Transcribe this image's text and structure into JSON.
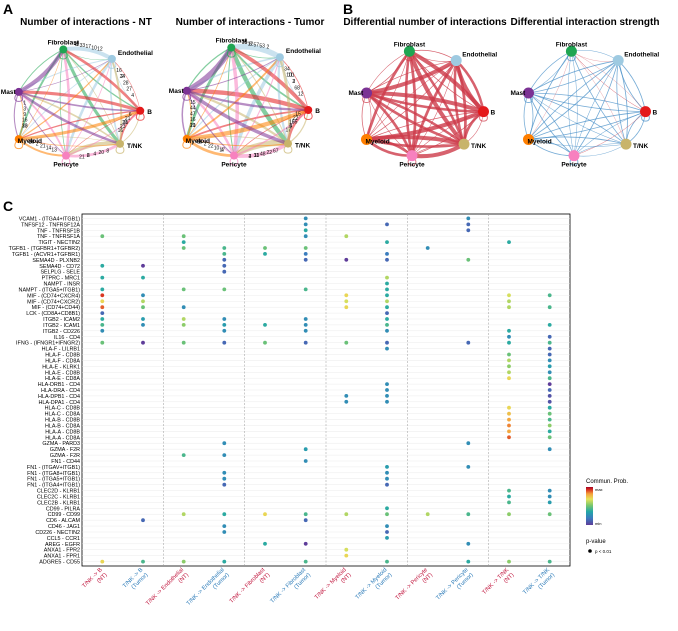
{
  "panels": {
    "A": {
      "letter": "A",
      "left_title": "Number of interactions - NT",
      "right_title": "Number of interactions - Tumor",
      "nodes": [
        "Fibroblast",
        "Endothelial",
        "B",
        "T/NK",
        "Pericyte",
        "Myeloid",
        "Mast"
      ],
      "nt_numbers": [
        "42",
        "24",
        "31",
        "2",
        "14",
        "10",
        "33",
        "28",
        "23",
        "21",
        "13",
        "16",
        "17",
        "27",
        "16",
        "8",
        "14",
        "9",
        "10",
        "4",
        "6",
        "20",
        "21",
        "3",
        "12",
        "16",
        "21",
        "4",
        "2",
        "1",
        "8",
        "2",
        "28",
        "6",
        "20",
        "33"
      ],
      "tumor_numbers": [
        "70",
        "101",
        "105",
        "33",
        "9",
        "21",
        "12",
        "3",
        "4",
        "4",
        "17",
        "16",
        "57",
        "68",
        "17",
        "67",
        "10",
        "47",
        "53",
        "12",
        "15",
        "22",
        "22",
        "44",
        "2",
        "34",
        "22",
        "48",
        "2",
        "15",
        "35",
        "11",
        "5",
        "11",
        "66",
        "10",
        "8",
        "2",
        "6",
        "2",
        "4"
      ]
    },
    "B": {
      "letter": "B",
      "left_title": "Differential number of interactions",
      "right_title": "Differential interaction strength",
      "nodes": [
        "Fibroblast",
        "Endothelial",
        "B",
        "T/NK",
        "Pericyte",
        "Myeloid",
        "Mast"
      ]
    },
    "C": {
      "letter": "C"
    }
  },
  "node_colors": {
    "Fibroblast": "#1fa552",
    "Endothelial": "#9ecae1",
    "B": "#e41a1c",
    "T/NK": "#c8b46b",
    "Pericyte": "#f781bf",
    "Myeloid": "#ff7f00",
    "Mast": "#7b3294"
  },
  "edge_colors": {
    "increase": "#cd3b4a",
    "decrease": "#4a90c8"
  },
  "legend": {
    "colorbar_title": "Commun. Prob.",
    "colorbar_max": "max",
    "colorbar_min": "min",
    "pvalue_title": "p-value",
    "pvalue_entry": "p < 0.01"
  },
  "chart_data": {
    "type": "scatter",
    "title": "",
    "xlabel": "",
    "ylabel": "",
    "ylabels": [
      "VCAM1 - (ITGA4+ITGB1)",
      "TNFSF12 - TNFRSF12A",
      "TNF - TNFRSF1B",
      "TNF - TNFRSF1A",
      "TIGIT - NECTIN2",
      "TGFB1 - (TGFBR1+TGFBR2)",
      "TGFB1 - (ACVR1+TGFBR1)",
      "SEMA4D - PLXNB2",
      "SEMA4D - CD72",
      "SELPLG - SELE",
      "PTPRC - MRC1",
      "NAMPT - INSR",
      "NAMPT - (ITGA5+ITGB1)",
      "MIF - (CD74+CXCR4)",
      "MIF - (CD74+CXCR2)",
      "MIF - (CD74+CD44)",
      "LCK - (CD8A+CD8B1)",
      "ITGB2 - ICAM2",
      "ITGB2 - ICAM1",
      "ITGB2 - CD226",
      "IL16 - CD4",
      "IFNG - (IFNGR1+IFNGR2)",
      "HLA-F - LILRB1",
      "HLA-F - CD8B",
      "HLA-F - CD8A",
      "HLA-E - KLRK1",
      "HLA-E - CD8B",
      "HLA-E - CD8A",
      "HLA-DRB1 - CD4",
      "HLA-DRA - CD4",
      "HLA-DPB1 - CD4",
      "HLA-DPA1 - CD4",
      "HLA-C - CD8B",
      "HLA-C - CD8A",
      "HLA-B - CD8B",
      "HLA-B - CD8A",
      "HLA-A - CD8B",
      "HLA-A - CD8A",
      "GZMA - PARD3",
      "GZMA - F2R",
      "GZMA - F2R",
      "FN1 - CD44",
      "FN1 - (ITGAV+ITGB1)",
      "FN1 - (ITGA8+ITGB1)",
      "FN1 - (ITGA5+ITGB1)",
      "FN1 - (ITGA4+ITGB1)",
      "CLEC2D - KLRB1",
      "CLEC2C - KLRB1",
      "CLEC2B - KLRB1",
      "CD99 - PILRA",
      "CD99 - CD99",
      "CD6 - ALCAM",
      "CD46 - JAG1",
      "CD226 - NECTIN2",
      "CCL5 - CCR1",
      "AREG - EGFR",
      "ANXA1 - FPR2",
      "ANXA1 - FPR1",
      "ADGRE5 - CD55"
    ],
    "xlabels": [
      {
        "top": "T/NK -> B",
        "bottom": "(NT)",
        "group": "NT"
      },
      {
        "top": "T/NK -> B",
        "bottom": "(Tumor)",
        "group": "Tumor"
      },
      {
        "top": "T/NK -> Endothelial",
        "bottom": "(NT)",
        "group": "NT"
      },
      {
        "top": "T/NK -> Endothelial",
        "bottom": "(Tumor)",
        "group": "Tumor"
      },
      {
        "top": "T/NK -> Fibroblast",
        "bottom": "(NT)",
        "group": "NT"
      },
      {
        "top": "T/NK -> Fibroblast",
        "bottom": "(Tumor)",
        "group": "Tumor"
      },
      {
        "top": "T/NK -> Myeloid",
        "bottom": "(NT)",
        "group": "NT"
      },
      {
        "top": "T/NK -> Myeloid",
        "bottom": "(Tumor)",
        "group": "Tumor"
      },
      {
        "top": "T/NK -> Pericyte",
        "bottom": "(NT)",
        "group": "NT"
      },
      {
        "top": "T/NK -> Pericyte",
        "bottom": "(Tumor)",
        "group": "Tumor"
      },
      {
        "top": "T/NK -> T/NK",
        "bottom": "(NT)",
        "group": "NT"
      },
      {
        "top": "T/NK -> T/NK",
        "bottom": "(Tumor)",
        "group": "Tumor"
      }
    ],
    "label_colors": {
      "NT": "#c0143c",
      "Tumor": "#2a7ab8"
    },
    "colorscale": [
      "#5e3c99",
      "#3b7bbf",
      "#22a7a7",
      "#7cc86c",
      "#e6e35a",
      "#f5a13c",
      "#d7301f",
      "#a50026"
    ],
    "points": [
      [
        0,
        3,
        0.4
      ],
      [
        2,
        3,
        0.4
      ],
      [
        2,
        4,
        0.3
      ],
      [
        6,
        3,
        0.5
      ],
      [
        6,
        7,
        0.0
      ],
      [
        7,
        4,
        0.3
      ],
      [
        9,
        7,
        0.4
      ],
      [
        10,
        4,
        0.3
      ],
      [
        5,
        0,
        0.2
      ],
      [
        9,
        0,
        0.2
      ],
      [
        9,
        1,
        0.1
      ],
      [
        5,
        1,
        0.2
      ],
      [
        7,
        1,
        0.1
      ],
      [
        9,
        2,
        0.1
      ],
      [
        0,
        10,
        0.3
      ],
      [
        1,
        10,
        0.3
      ],
      [
        5,
        2,
        0.3
      ],
      [
        5,
        3,
        0.2
      ],
      [
        3,
        5,
        0.35
      ],
      [
        4,
        5,
        0.4
      ],
      [
        5,
        5,
        0.4
      ],
      [
        2,
        5,
        0.4
      ],
      [
        8,
        5,
        0.2
      ],
      [
        3,
        6,
        0.35
      ],
      [
        4,
        6,
        0.3
      ],
      [
        5,
        6,
        0.15
      ],
      [
        7,
        6,
        0.15
      ],
      [
        3,
        7,
        0.1
      ],
      [
        5,
        7,
        0.1
      ],
      [
        7,
        7,
        0.1
      ],
      [
        3,
        8,
        0.1
      ],
      [
        0,
        8,
        0.3
      ],
      [
        1,
        8,
        0.0
      ],
      [
        3,
        9,
        0.1
      ],
      [
        7,
        10,
        0.5
      ],
      [
        7,
        11,
        0.3
      ],
      [
        0,
        12,
        0.3
      ],
      [
        2,
        12,
        0.4
      ],
      [
        3,
        12,
        0.4
      ],
      [
        5,
        12,
        0.35
      ],
      [
        7,
        12,
        0.3
      ],
      [
        0,
        13,
        0.85
      ],
      [
        1,
        13,
        0.2
      ],
      [
        6,
        13,
        0.6
      ],
      [
        7,
        13,
        0.3
      ],
      [
        10,
        13,
        0.55
      ],
      [
        11,
        13,
        0.35
      ],
      [
        0,
        14,
        0.6
      ],
      [
        1,
        14,
        0.5
      ],
      [
        6,
        14,
        0.55
      ],
      [
        7,
        14,
        0.5
      ],
      [
        10,
        14,
        0.5
      ],
      [
        0,
        15,
        0.8
      ],
      [
        1,
        15,
        0.4
      ],
      [
        2,
        15,
        0.2
      ],
      [
        6,
        15,
        0.6
      ],
      [
        7,
        15,
        0.3
      ],
      [
        10,
        15,
        0.5
      ],
      [
        11,
        15,
        0.35
      ],
      [
        0,
        16,
        0.1
      ],
      [
        7,
        16,
        0.1
      ],
      [
        0,
        17,
        0.3
      ],
      [
        1,
        17,
        0.25
      ],
      [
        2,
        17,
        0.5
      ],
      [
        3,
        17,
        0.2
      ],
      [
        5,
        17,
        0.2
      ],
      [
        7,
        17,
        0.3
      ],
      [
        0,
        18,
        0.35
      ],
      [
        1,
        18,
        0.2
      ],
      [
        2,
        18,
        0.45
      ],
      [
        3,
        18,
        0.25
      ],
      [
        4,
        18,
        0.3
      ],
      [
        5,
        18,
        0.2
      ],
      [
        7,
        18,
        0.35
      ],
      [
        11,
        18,
        0.3
      ],
      [
        0,
        19,
        0.2
      ],
      [
        3,
        19,
        0.2
      ],
      [
        5,
        19,
        0.2
      ],
      [
        7,
        19,
        0.2
      ],
      [
        10,
        19,
        0.3
      ],
      [
        10,
        20,
        0.2
      ],
      [
        11,
        20,
        0.1
      ],
      [
        0,
        21,
        0.4
      ],
      [
        1,
        21,
        0.0
      ],
      [
        2,
        21,
        0.4
      ],
      [
        3,
        21,
        0.1
      ],
      [
        4,
        21,
        0.4
      ],
      [
        5,
        21,
        0.1
      ],
      [
        6,
        21,
        0.4
      ],
      [
        7,
        21,
        0.1
      ],
      [
        9,
        21,
        0.1
      ],
      [
        10,
        21,
        0.3
      ],
      [
        11,
        21,
        0.35
      ],
      [
        7,
        22,
        0.2
      ],
      [
        11,
        22,
        0.1
      ],
      [
        10,
        23,
        0.4
      ],
      [
        11,
        23,
        0.1
      ],
      [
        10,
        24,
        0.5
      ],
      [
        11,
        24,
        0.2
      ],
      [
        10,
        25,
        0.45
      ],
      [
        11,
        25,
        0.25
      ],
      [
        10,
        26,
        0.5
      ],
      [
        11,
        26,
        0.2
      ],
      [
        10,
        27,
        0.6
      ],
      [
        11,
        27,
        0.35
      ],
      [
        7,
        28,
        0.2
      ],
      [
        11,
        28,
        0.0
      ],
      [
        7,
        29,
        0.2
      ],
      [
        11,
        29,
        0.1
      ],
      [
        6,
        30,
        0.2
      ],
      [
        7,
        30,
        0.2
      ],
      [
        11,
        30,
        0.05
      ],
      [
        6,
        31,
        0.2
      ],
      [
        7,
        31,
        0.2
      ],
      [
        11,
        31,
        0.05
      ],
      [
        10,
        32,
        0.6
      ],
      [
        11,
        32,
        0.3
      ],
      [
        10,
        33,
        0.65
      ],
      [
        11,
        33,
        0.4
      ],
      [
        10,
        34,
        0.7
      ],
      [
        11,
        34,
        0.35
      ],
      [
        10,
        35,
        0.75
      ],
      [
        11,
        35,
        0.45
      ],
      [
        10,
        36,
        0.7
      ],
      [
        11,
        36,
        0.3
      ],
      [
        10,
        37,
        0.8
      ],
      [
        11,
        37,
        0.4
      ],
      [
        3,
        38,
        0.2
      ],
      [
        9,
        38,
        0.2
      ],
      [
        5,
        39,
        0.25
      ],
      [
        11,
        39,
        0.2
      ],
      [
        2,
        40,
        0.35
      ],
      [
        3,
        40,
        0.2
      ],
      [
        5,
        41,
        0.2
      ],
      [
        7,
        42,
        0.25
      ],
      [
        9,
        42,
        0.2
      ],
      [
        3,
        43,
        0.2
      ],
      [
        7,
        43,
        0.2
      ],
      [
        3,
        44,
        0.2
      ],
      [
        7,
        44,
        0.2
      ],
      [
        3,
        45,
        0.1
      ],
      [
        7,
        45,
        0.1
      ],
      [
        10,
        46,
        0.35
      ],
      [
        11,
        46,
        0.2
      ],
      [
        10,
        47,
        0.3
      ],
      [
        11,
        47,
        0.2
      ],
      [
        10,
        48,
        0.35
      ],
      [
        11,
        48,
        0.25
      ],
      [
        7,
        49,
        0.3
      ],
      [
        1,
        51,
        0.1
      ],
      [
        5,
        51,
        0.1
      ],
      [
        2,
        50,
        0.5
      ],
      [
        3,
        50,
        0.3
      ],
      [
        4,
        50,
        0.6
      ],
      [
        5,
        50,
        0.35
      ],
      [
        6,
        50,
        0.5
      ],
      [
        7,
        50,
        0.4
      ],
      [
        8,
        50,
        0.5
      ],
      [
        9,
        50,
        0.35
      ],
      [
        10,
        50,
        0.45
      ],
      [
        11,
        50,
        0.4
      ],
      [
        3,
        52,
        0.2
      ],
      [
        7,
        52,
        0.2
      ],
      [
        3,
        53,
        0.2
      ],
      [
        7,
        53,
        0.1
      ],
      [
        7,
        54,
        0.25
      ],
      [
        4,
        55,
        0.3
      ],
      [
        5,
        55,
        0.0
      ],
      [
        9,
        55,
        0.2
      ],
      [
        6,
        56,
        0.55
      ],
      [
        6,
        57,
        0.6
      ],
      [
        0,
        58,
        0.6
      ],
      [
        1,
        58,
        0.35
      ],
      [
        2,
        58,
        0.45
      ],
      [
        3,
        58,
        0.3
      ],
      [
        5,
        58,
        0.35
      ],
      [
        7,
        58,
        0.35
      ],
      [
        9,
        58,
        0.3
      ],
      [
        10,
        58,
        0.45
      ],
      [
        11,
        58,
        0.35
      ]
    ]
  }
}
